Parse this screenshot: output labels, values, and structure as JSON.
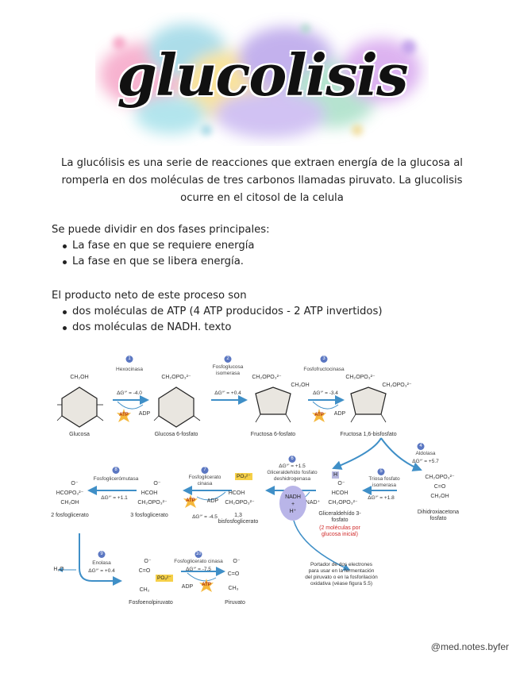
{
  "title": "glucolisis",
  "intro": "La glucólisis es una serie de reacciones que extraen energía de la glucosa al romperla en dos moléculas de tres carbonos llamadas piruvato.  La glucolisis ocurre en el citosol de la celula",
  "phases": {
    "heading": "Se puede dividir en dos fases principales:",
    "items": [
      "La fase en que se requiere energía",
      "La fase en que se libera energía."
    ]
  },
  "product": {
    "heading": "El producto neto de este proceso son",
    "items": [
      "dos moléculas de ATP (4 ATP producidos - 2 ATP invertidos)",
      "dos moléculas de NADH. texto"
    ]
  },
  "diagram": {
    "steps": {
      "s1": {
        "num": "1",
        "enzyme": "Hexocinasa",
        "dg": "ΔG°' = -4.0"
      },
      "s2": {
        "num": "2",
        "enzyme": "Fosfoglucosa isomerasa",
        "dg": "ΔG°' = +0.4"
      },
      "s3": {
        "num": "3",
        "enzyme": "Fosfofructocinasa",
        "dg": "ΔG°' = -3.4"
      },
      "s4": {
        "num": "4",
        "enzyme": "Aldolasa",
        "dg": "ΔG°' = +5.7"
      },
      "s5": {
        "num": "5",
        "enzyme": "Triosa fosfato isomerasa",
        "dg": "ΔG°' = +1.8"
      },
      "s6": {
        "num": "6",
        "enzyme": "Gliceraldehído fosfato deshidrogenasa",
        "dg": "ΔG°' = +1.5"
      },
      "s7": {
        "num": "7",
        "enzyme": "Fosfoglicerato cinasa",
        "dg": "ΔG°' = -4.5"
      },
      "s8": {
        "num": "8",
        "enzyme": "Fosfoglicerómutasa",
        "dg": "ΔG°' = +1.1"
      },
      "s9": {
        "num": "9",
        "enzyme": "Enolasa",
        "dg": "ΔG°' = +0.4"
      },
      "s10": {
        "num": "10",
        "enzyme": "Fosfoglicerato cinasa",
        "dg": "ΔG°' = -7.5"
      }
    },
    "molecules": {
      "glucosa": "Glucosa",
      "g6p": "Glucosa 6-fosfato",
      "f6p": "Fructosa 6-fosfato",
      "f16bp": "Fructosa 1,6-bisfosfato",
      "dhap": "Dihidroxiacetona fosfato",
      "g3p": "Gliceraldehído 3-fosfato",
      "g3p_note": "(2 moléculas por glucosa inicial)",
      "bpg": "1,3 bisfosfoglicerato",
      "pg3": "3 fosfoglicerato",
      "pg2": "2 fosfoglicerato",
      "pep": "Fosfoenolpiruvato",
      "pyruvate": "Piruvato"
    },
    "formulas": {
      "ch2oh": "CH₂OH",
      "ch2opo3": "CH₂OPO₃²⁻",
      "c_o": "C=O",
      "hcoh": "HCOH",
      "ch3": "CH₃",
      "ch2": "CH₂",
      "o_minus": "O⁻",
      "h2o": "H₂O",
      "po3": "PO₃²⁻",
      "hcopo3": "HCOPO₃²⁻"
    },
    "cofactors": {
      "atp": "ATP",
      "adp": "ADP",
      "nad": "NAD⁺",
      "nadh": "NADH",
      "h": "H⁺",
      "h_box": "H"
    },
    "note": "Portador de dos electrones para usar en la fermentación del piruvato o en la fosforilación oxidativa (véase figura 5.5)"
  },
  "credit": "@med.notes.byfer",
  "colors": {
    "accent_blue": "#3f8fc7",
    "step_circle": "#5b77c2",
    "phosphate": "#f6d048",
    "nadh": "#b9b5e8"
  }
}
